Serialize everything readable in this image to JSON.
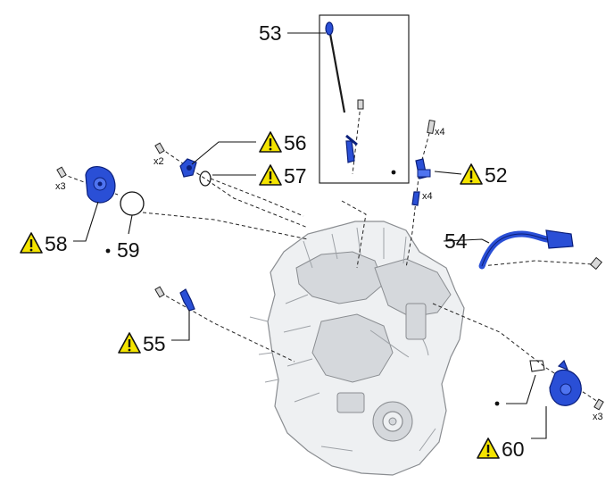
{
  "callouts": {
    "c52": {
      "number": "52"
    },
    "c53": {
      "number": "53"
    },
    "c54": {
      "number": "54"
    },
    "c55": {
      "number": "55"
    },
    "c56": {
      "number": "56"
    },
    "c57": {
      "number": "57"
    },
    "c58": {
      "number": "58"
    },
    "c59": {
      "number": "59"
    },
    "c60": {
      "number": "60"
    }
  },
  "quantities": {
    "q58": "x3",
    "q56": "x2",
    "q52_top": "x4",
    "q52_bottom": "x4",
    "q60": "x3"
  },
  "colors": {
    "part_blue": "#2a4fd6",
    "warning_yellow": "#f4e400",
    "engine_grey": "#eef0f2"
  },
  "icons": {
    "warning": "warning-triangle-icon",
    "dot": "non-reusable-dot-icon"
  }
}
